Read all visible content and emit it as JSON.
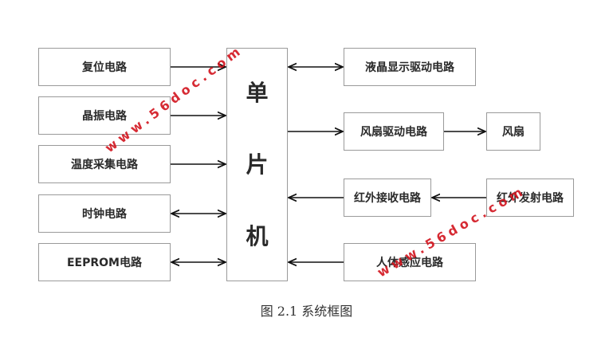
{
  "diagram": {
    "left_blocks": [
      {
        "label": "复位电路",
        "name": "reset-circuit-block",
        "connector": "to-mcu"
      },
      {
        "label": "晶振电路",
        "name": "crystal-circuit-block",
        "connector": "to-mcu"
      },
      {
        "label": "温度采集电路",
        "name": "temperature-acquisition-block",
        "connector": "to-mcu"
      },
      {
        "label": "时钟电路",
        "name": "clock-circuit-block",
        "connector": "bidirectional"
      },
      {
        "label": "EEPROM电路",
        "name": "eeprom-circuit-block",
        "connector": "bidirectional"
      }
    ],
    "mcu": {
      "chars": [
        "单",
        "片",
        "机"
      ]
    },
    "right_blocks": [
      {
        "label": "液晶显示驱动电路",
        "name": "lcd-driver-block",
        "connector": "bidirectional"
      },
      {
        "label": "风扇驱动电路",
        "name": "fan-driver-block",
        "connector": "from-mcu"
      },
      {
        "label": "红外接收电路",
        "name": "ir-receiver-block",
        "connector": "to-mcu"
      },
      {
        "label": "人体感应电路",
        "name": "human-sensor-block",
        "connector": "to-mcu"
      }
    ],
    "far_right_blocks": [
      {
        "label": "风扇",
        "name": "fan-block",
        "connector": "from-fan-driver"
      },
      {
        "label": "红外发射电路",
        "name": "ir-transmitter-block",
        "connector": "to-ir-receiver"
      }
    ]
  },
  "caption": "图 2.1  系统框图",
  "watermark": "www.56doc.com",
  "colors": {
    "border": "#9a9a9a",
    "line": "#111111",
    "watermark": "#d2141e"
  }
}
